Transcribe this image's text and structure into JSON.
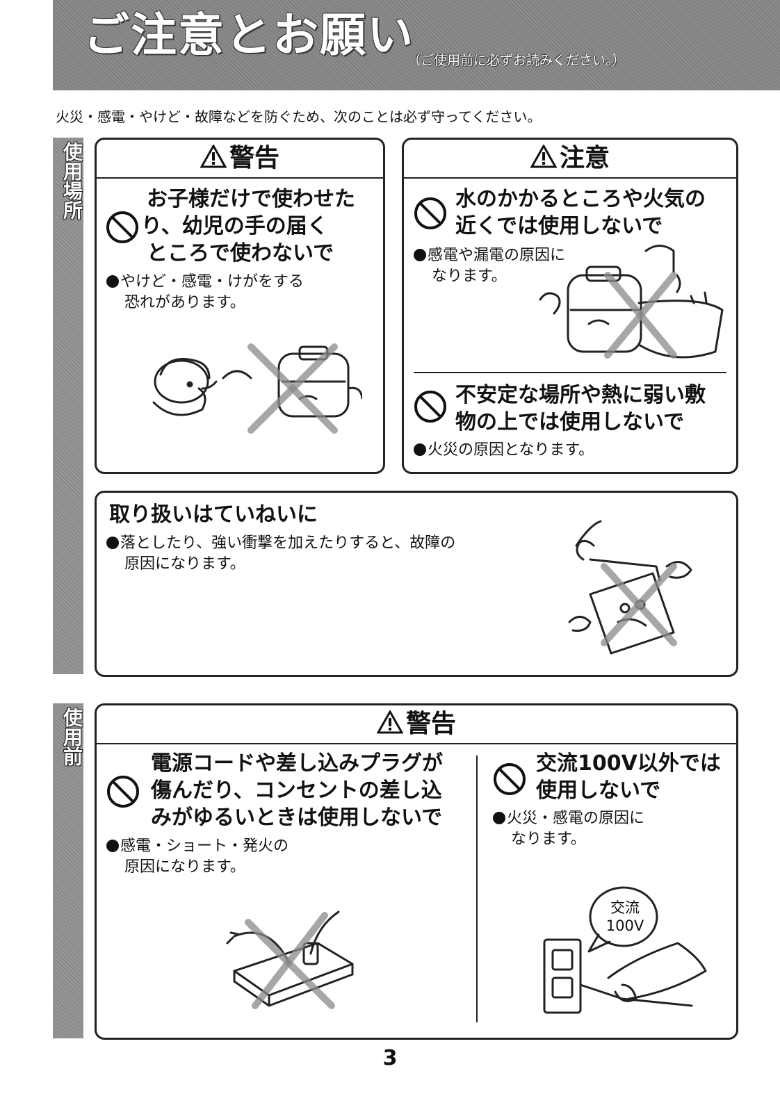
{
  "header": {
    "title": "ご注意とお願い",
    "subtitle": "（ご使用前に必ずお読みください。）"
  },
  "intro": "火災・感電・やけど・故障などを防ぐため、次のことは必ず守ってください。",
  "sections": {
    "usage_location": {
      "label": "使用場所",
      "warning_box": {
        "heading": "警告",
        "item": {
          "title_lines": [
            "お子様だけで使わせた",
            "り、幼児の手の届く",
            "ところで使わないで"
          ],
          "body_lines": [
            "やけど・感電・けがをする",
            "恐れがあります。"
          ]
        }
      },
      "caution_box": {
        "heading": "注意",
        "items": [
          {
            "title_lines": [
              "水のかかるところや火気の",
              "近くでは使用しないで"
            ],
            "body_lines": [
              "感電や漏電の原因に",
              "なります。"
            ]
          },
          {
            "title_lines": [
              "不安定な場所や熱に弱い敷",
              "物の上では使用しないで"
            ],
            "body_lines": [
              "火災の原因となります。"
            ]
          }
        ]
      },
      "handling_box": {
        "title": "取り扱いはていねいに",
        "body_lines": [
          "落としたり、強い衝撃を加えたりすると、故障の",
          "原因になります。"
        ]
      }
    },
    "before_use": {
      "label": "使用前",
      "warning_box": {
        "heading": "警告",
        "items": [
          {
            "title_lines": [
              "電源コードや差し込みプラグが",
              "傷んだり、コンセントの差し込",
              "みがゆるいときは使用しないで"
            ],
            "body_lines": [
              "感電・ショート・発火の",
              "原因になります。"
            ]
          },
          {
            "title_lines": [
              "交流100V以外では",
              "使用しないで"
            ],
            "body_lines": [
              "火災・感電の原因に",
              "なります。"
            ],
            "bubble_lines": [
              "交流",
              "100V"
            ]
          }
        ]
      }
    }
  },
  "page_number": "3",
  "icons": [
    "prohibition-icon",
    "warning-triangle-icon",
    "bullet-dot-icon"
  ]
}
